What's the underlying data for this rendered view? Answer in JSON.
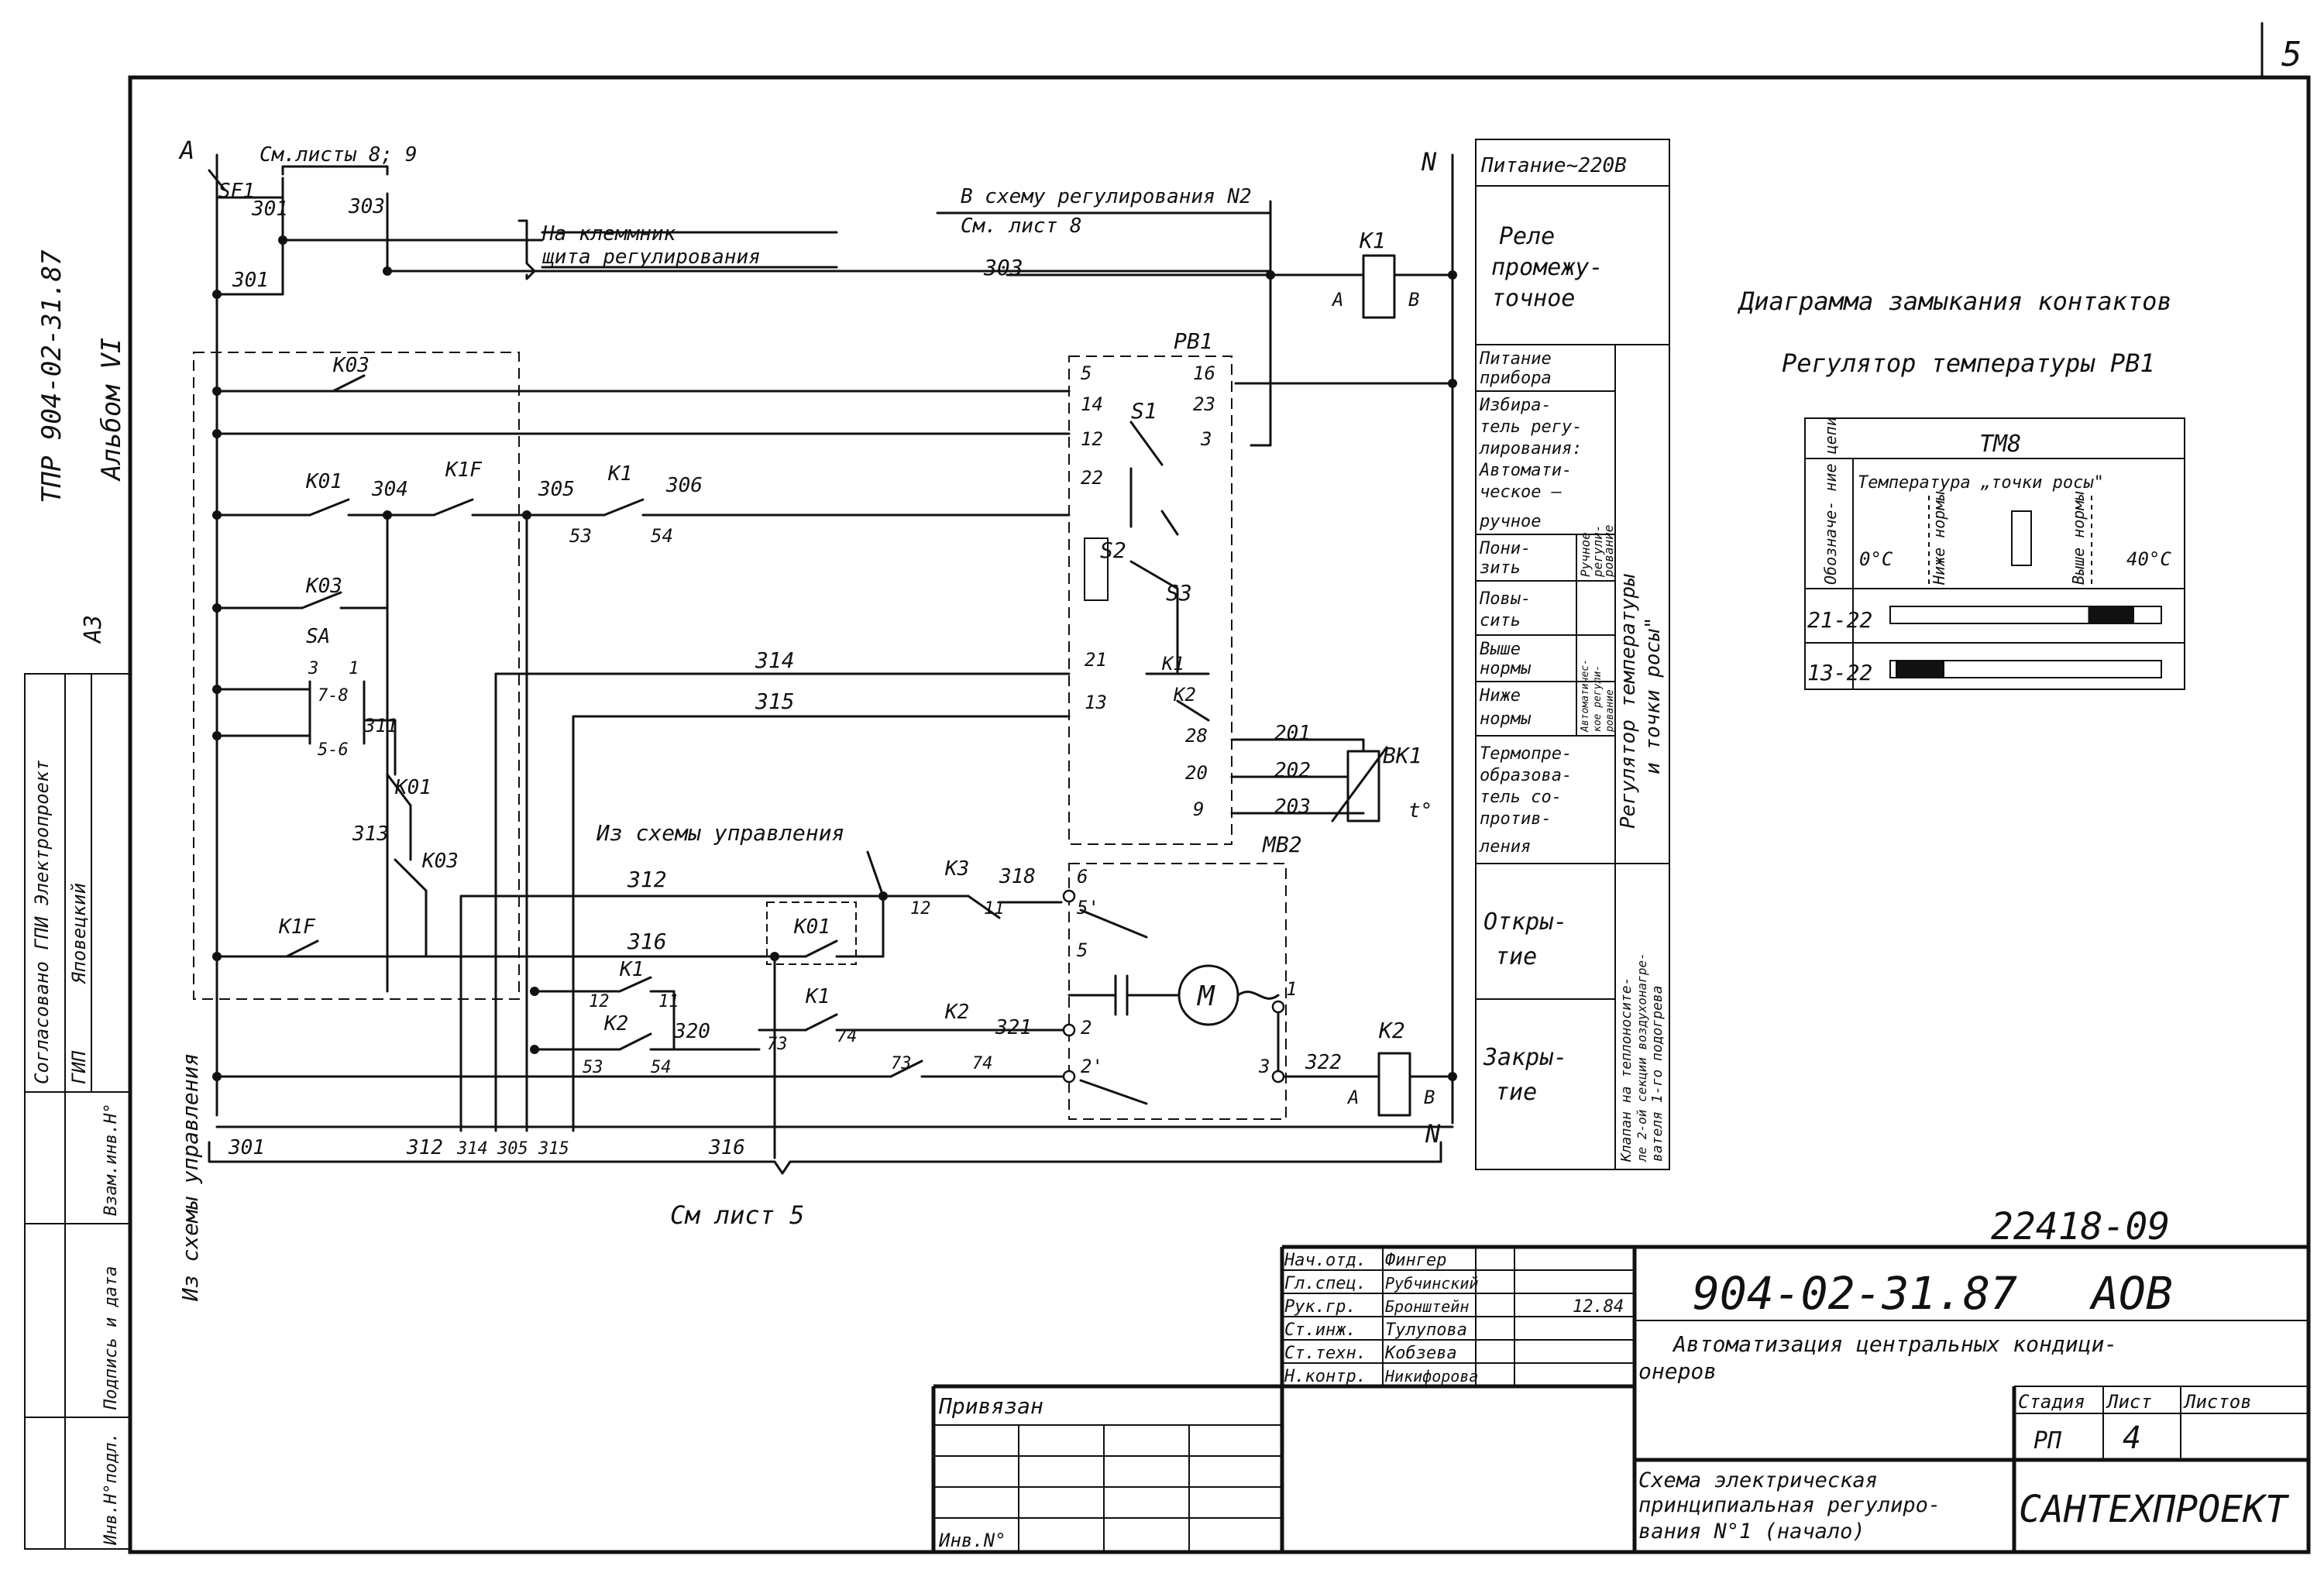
{
  "page_number": "5",
  "album": {
    "code": "ТПР 904-02-31.87",
    "album": "Альбом VI",
    "format": "А3"
  },
  "approval": {
    "title": "Согласовано ГПИ Электропроект",
    "gip": "ГИП",
    "name": "Яповецкий"
  },
  "left_stamp": [
    "Инв.Н°подл.",
    "Подпись и дата",
    "Взам.инв.Н°"
  ],
  "terminals": {
    "phase_a": "A",
    "neutral": "N",
    "neutral_bottom": "N",
    "sf1": "SF1",
    "sheets_ref": "См.листы 8; 9",
    "klemmnik_1": "На клеммник",
    "klemmnik_2": "щита регулирования",
    "to_scheme_1": "В схему регулирования N2",
    "to_scheme_2": "См. лист 8",
    "from_control_left": "Из схемы управления",
    "from_control": "Из схемы управления",
    "see_sheet": "См лист 5"
  },
  "wires": {
    "w301a": "301",
    "w301b": "301",
    "w303a": "303",
    "w303b": "303",
    "w304": "304",
    "w305": "305",
    "w306": "306",
    "w311": "311",
    "w313": "313",
    "w312": "312",
    "w314": "314",
    "w315": "315",
    "w316": "316",
    "w318": "318",
    "w320": "320",
    "w321": "321",
    "w322": "322",
    "w201": "201",
    "w202": "202",
    "w203": "203",
    "b301": "301",
    "b312": "312",
    "b314": "314",
    "b305": "305",
    "b315": "315",
    "b316": "316"
  },
  "pins": {
    "p53a": "53",
    "p54a": "54",
    "p53b": "53",
    "p54b": "54",
    "p73a": "73",
    "p74a": "74",
    "p73b": "73",
    "p74b": "74",
    "p12": "12",
    "p11": "11",
    "p12b": "12",
    "p11b": "11",
    "sa3": "3",
    "sa1": "1",
    "sa78": "7-8",
    "sa56": "5-6"
  },
  "devices": {
    "k1": "K1",
    "k1a": "A",
    "k1b": "B",
    "k2": "K2",
    "k2a": "A",
    "k2b": "B",
    "k03a": "K03",
    "k03b": "K03",
    "k03c": "K03",
    "k01a": "K01",
    "k01b": "K01",
    "k01c": "K01",
    "k1f_top": "K1F",
    "k1f_bot": "K1F",
    "k1_contact": "K1",
    "k1_c2": "K1",
    "k1_c3": "K1",
    "k2_c1": "K2",
    "k2_c2": "K2",
    "k3": "K3",
    "sa": "SA",
    "pb1": "PB1",
    "s1": "S1",
    "s2": "S2",
    "s3": "S3",
    "k1_in": "K1",
    "k2_in": "K2",
    "bk1": "BK1",
    "t0": "t°",
    "mb2": "MB2",
    "motor": "M",
    "pb_pins": {
      "p5": "5",
      "p16": "16",
      "p14": "14",
      "p23": "23",
      "p12": "12",
      "p3": "3",
      "p22": "22",
      "p21": "21",
      "p13": "13",
      "p28": "28",
      "p20": "20",
      "p9": "9"
    },
    "mb_pins": {
      "p6": "6",
      "p5p": "5'",
      "p5": "5",
      "p1": "1",
      "p2": "2",
      "p2p": "2'",
      "p3": "3"
    }
  },
  "legend_rows": {
    "power": "Питание~220В",
    "relay": [
      "Реле",
      "промежу-",
      "точное"
    ],
    "device_power": [
      "Питание",
      "прибора"
    ],
    "selector": [
      "Избира-",
      "тель регу-",
      "лирования:",
      "Автомати-",
      "ческое —",
      "ручное"
    ],
    "lower": [
      "Пони-",
      "зить"
    ],
    "raise": [
      "Повы-",
      "сить"
    ],
    "manual": [
      "Ручное",
      "регули-",
      "рование"
    ],
    "above": [
      "Выше",
      "нормы"
    ],
    "below": [
      "Ниже",
      "нормы"
    ],
    "auto": [
      "Автоматичес-",
      "кое регули-",
      "рование"
    ],
    "thermo": [
      "Термопре-",
      "образова-",
      "тель со-",
      "против-",
      "ления"
    ],
    "group1": [
      "Регулятор температуры",
      "и точки росы\""
    ],
    "open": [
      "Откры-",
      "тие"
    ],
    "close": [
      "Закры-",
      "тие"
    ],
    "group2": [
      "Клапан на теплоносите-",
      "ле 2-ой секции воздухонагре-",
      "вателя 1-го подогрева"
    ]
  },
  "diagram": {
    "title": "Диаграмма замыкания контактов",
    "subtitle": "Регулятор температуры PB1",
    "device": "ТМ8",
    "col_header": "Обозначе- ние цепи",
    "temp_header": "Температура „точки росы\"",
    "t0": "0°С",
    "below": "Ниже нормы",
    "above": "Выше нормы",
    "t40": "40°С",
    "rows": [
      {
        "circuit": "21-22",
        "closed_from": 0.73,
        "closed_to": 0.9
      },
      {
        "circuit": "13-22",
        "closed_from": 0.02,
        "closed_to": 0.2
      }
    ]
  },
  "title_block": {
    "archive": "22418-09",
    "code": "904-02-31.87",
    "mark": "АОВ",
    "title_1": "Автоматизация центральных кондици-",
    "title_2": "онеров",
    "roles": [
      {
        "role": "Нач.отд.",
        "name": "Фингер"
      },
      {
        "role": "Гл.спец.",
        "name": "Рубчинский"
      },
      {
        "role": "Рук.гр.",
        "name": "Бронштейн"
      },
      {
        "role": "Ст.инж.",
        "name": "Тулупова"
      },
      {
        "role": "Ст.техн.",
        "name": "Кобзева"
      },
      {
        "role": "Н.контр.",
        "name": "Никифорова"
      }
    ],
    "date": "12.84",
    "stage_label": "Стадия",
    "sheet_label": "Лист",
    "sheets_label": "Листов",
    "stage": "РП",
    "sheet": "4",
    "sheet_title_1": "Схема электрическая",
    "sheet_title_2": "принципиальная регулиро-",
    "sheet_title_3": "вания N°1 (начало)",
    "org": "САНТЕХПРОЕКТ",
    "bound": "Привязан",
    "inv": "Инв.N°"
  }
}
